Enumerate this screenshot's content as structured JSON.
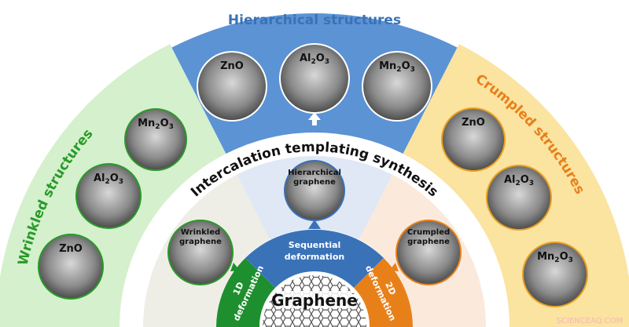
{
  "titles": {
    "hierarchical": "Hierarchical structures",
    "wrinkled": "Wrinkled structures",
    "crumpled": "Crumpled structures",
    "synthesis": "Intercalation templating synthesis"
  },
  "inner": {
    "one_d_num": "1D",
    "one_d_word": "deformation",
    "seq_1": "Sequential",
    "seq_2": "deformation",
    "two_d_num": "2D",
    "two_d_word": "deformation",
    "graphene": "Graphene"
  },
  "graphene_samples": {
    "wrinkled": [
      "Wrinkled",
      "graphene"
    ],
    "hierarchical": [
      "Hierarchical",
      "graphene"
    ],
    "crumpled": [
      "Crumpled",
      "graphene"
    ]
  },
  "formulas": {
    "zno": [
      "ZnO"
    ],
    "al2o3": [
      "Al",
      "2",
      "O",
      "3"
    ],
    "mn2o3": [
      "Mn",
      "2",
      "O",
      "3"
    ]
  },
  "watermark": "SCIENCEAQ.COM",
  "colors": {
    "green": "#1e8f2e",
    "blue": "#3a72b8",
    "orange": "#e8801a",
    "green_band": "#d4f0cc",
    "blue_band": "#5b93d4",
    "yellow_band": "#fbe3a0"
  }
}
